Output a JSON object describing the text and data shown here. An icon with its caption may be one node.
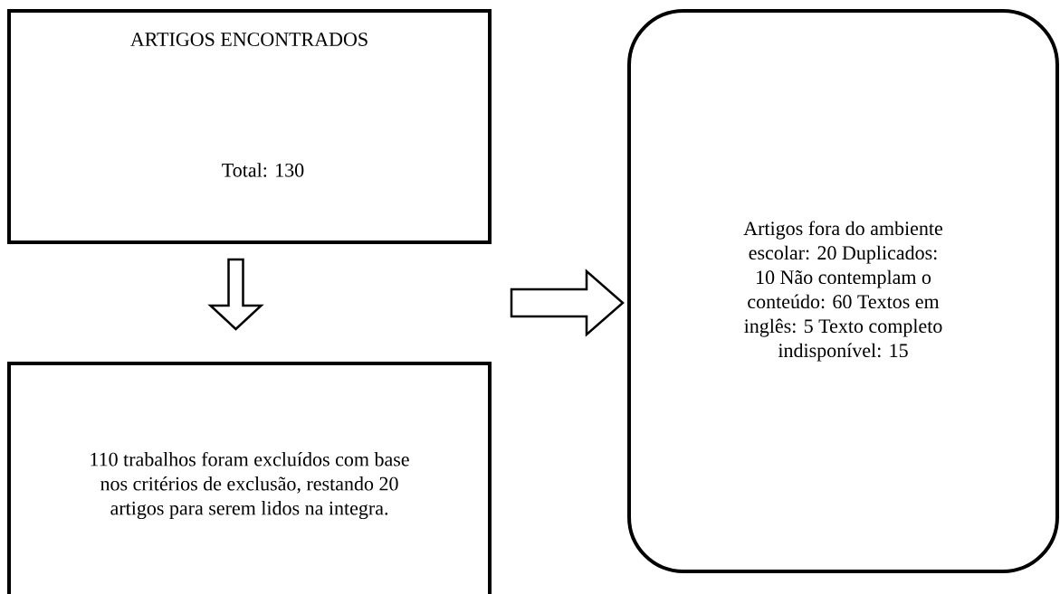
{
  "diagram": {
    "nodes": [
      {
        "text": [
          "ARTIGOS ENCONTRADOS",
          "Total: 130"
        ]
      },
      {
        "text": [
          "110 trabalhos foram excluídos com base nos critérios de exclusão, restando 20 artigos para serem lidos na integra."
        ]
      },
      {
        "text": [
          "Artigos fora do ambiente escolar: 20 Duplicados: 10 Não contemplam o conteúdo: 60 Textos em inglês: 5 Texto completo indisponível: 15"
        ]
      }
    ],
    "edges": [
      {
        "from": 0,
        "to": 1,
        "arrow": "to"
      },
      {
        "from": null,
        "to": 2,
        "arrow": "to"
      }
    ]
  }
}
